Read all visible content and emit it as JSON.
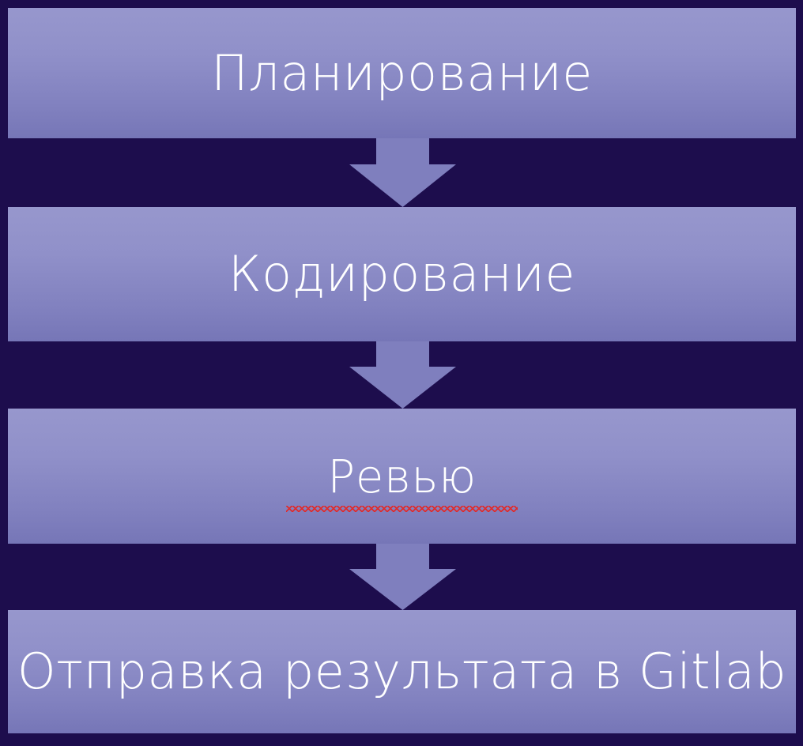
{
  "diagram": {
    "type": "vertical-flowchart",
    "title_text_absent": true,
    "background_color": "#1d0d4d",
    "box_gradient_top": "#9797cd",
    "box_gradient_bottom": "#7676b7",
    "text_color": "#ffffff",
    "arrow_color": "#7f7fbe",
    "spellcheck_underline_color": "#e02b2b",
    "steps": [
      {
        "id": "planning",
        "label": "Планирование",
        "spellcheck_error": false
      },
      {
        "id": "coding",
        "label": "Кодирование",
        "spellcheck_error": false
      },
      {
        "id": "review",
        "label": "Ревью",
        "spellcheck_error": true
      },
      {
        "id": "push",
        "label": "Отправка результата в Gitlab",
        "spellcheck_error": false
      }
    ],
    "connectors": [
      {
        "id": "arrow-planning-to-coding",
        "icon": "arrow-down-icon",
        "from": "planning",
        "to": "coding"
      },
      {
        "id": "arrow-coding-to-review",
        "icon": "arrow-down-icon",
        "from": "coding",
        "to": "review"
      },
      {
        "id": "arrow-review-to-push",
        "icon": "arrow-down-icon",
        "from": "review",
        "to": "push"
      }
    ]
  }
}
